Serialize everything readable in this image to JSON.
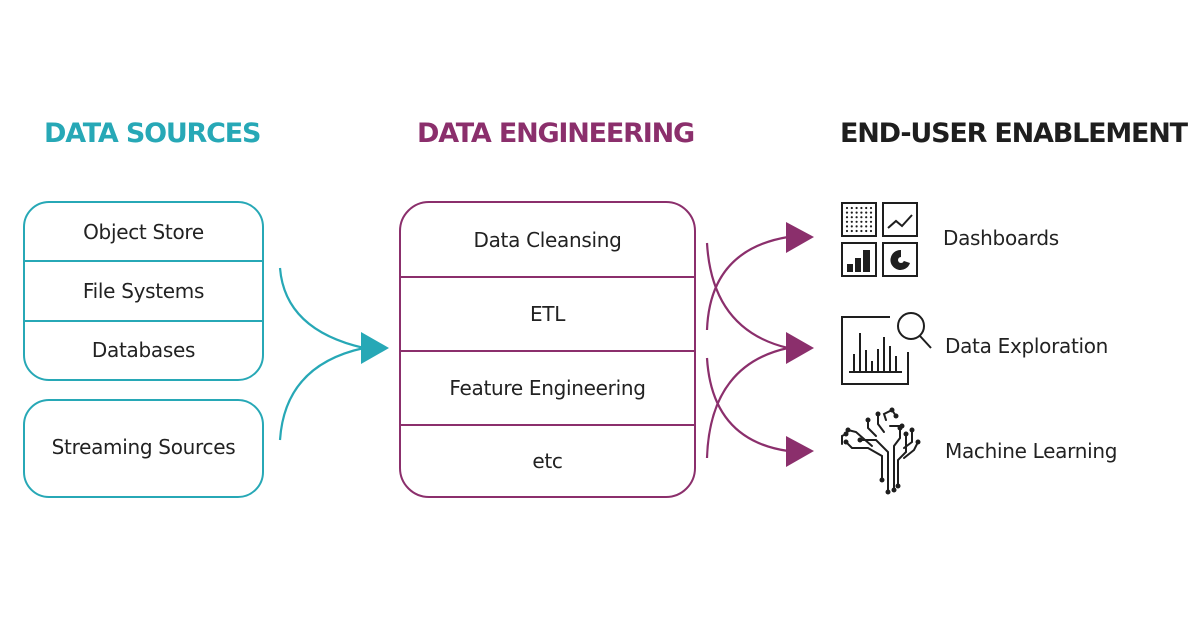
{
  "columns": {
    "sources": {
      "title": "DATA SOURCES",
      "color": "#27a8b6",
      "groups": [
        {
          "items": [
            "Object Store",
            "File Systems",
            "Databases"
          ]
        },
        {
          "items": [
            "Streaming Sources"
          ]
        }
      ]
    },
    "engineering": {
      "title": "DATA ENGINEERING",
      "color": "#8b2f6c",
      "items": [
        "Data Cleansing",
        "ETL",
        "Feature Engineering",
        "etc"
      ]
    },
    "enablement": {
      "title": "END-USER ENABLEMENT",
      "color": "#1e1e1e",
      "items": [
        {
          "label": "Dashboards",
          "icon": "dashboard-icon"
        },
        {
          "label": "Data Exploration",
          "icon": "data-exploration-icon"
        },
        {
          "label": "Machine Learning",
          "icon": "machine-learning-icon"
        }
      ]
    }
  }
}
